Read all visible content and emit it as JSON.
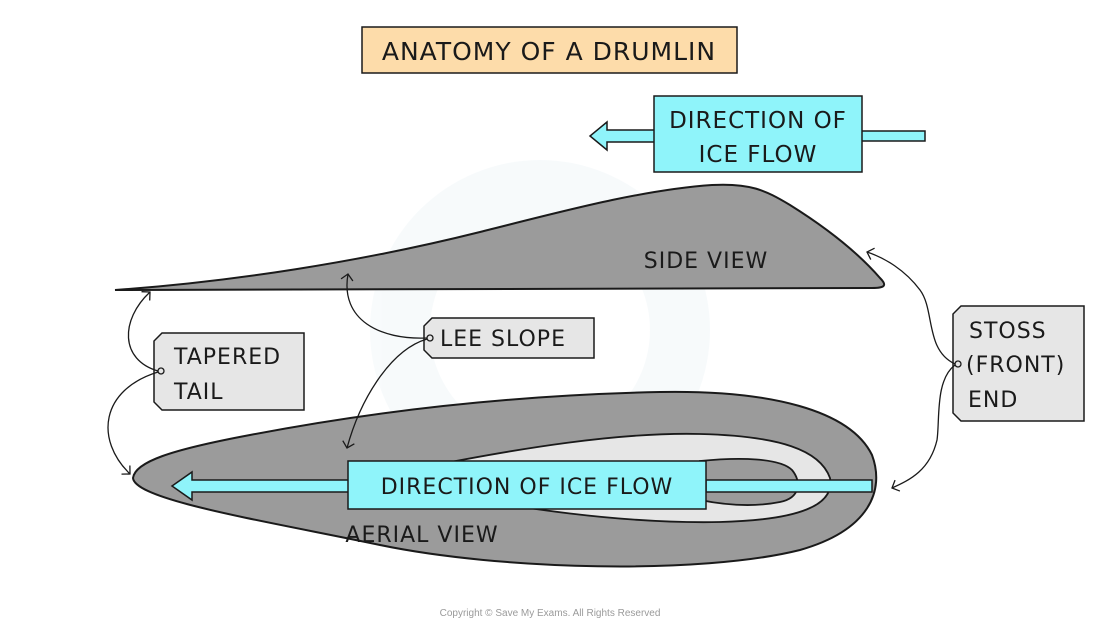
{
  "title": "ANATOMY OF A DRUMLIN",
  "top_flow_label": {
    "line1": "DIRECTION OF",
    "line2": "ICE FLOW"
  },
  "side_view_label": "SIDE VIEW",
  "aerial_view_label": "AERIAL VIEW",
  "aerial_flow_label": "DIRECTION OF ICE FLOW",
  "tags": {
    "tapered_tail": {
      "line1": "TAPERED",
      "line2": "TAIL"
    },
    "lee_slope": {
      "line1": "LEE SLOPE"
    },
    "stoss_end": {
      "line1": "STOSS",
      "line2": "(FRONT)",
      "line3": "END"
    }
  },
  "copyright": "Copyright © Save My Exams. All Rights Reserved",
  "colors": {
    "title_bg": "#fddcaa",
    "ice_flow": "#8ff4fa",
    "drumlin_fill": "#9b9b9b",
    "inner_contour": "#e6e6e6",
    "tag_fill": "#e6e6e6",
    "outline": "#1a1a1a"
  }
}
